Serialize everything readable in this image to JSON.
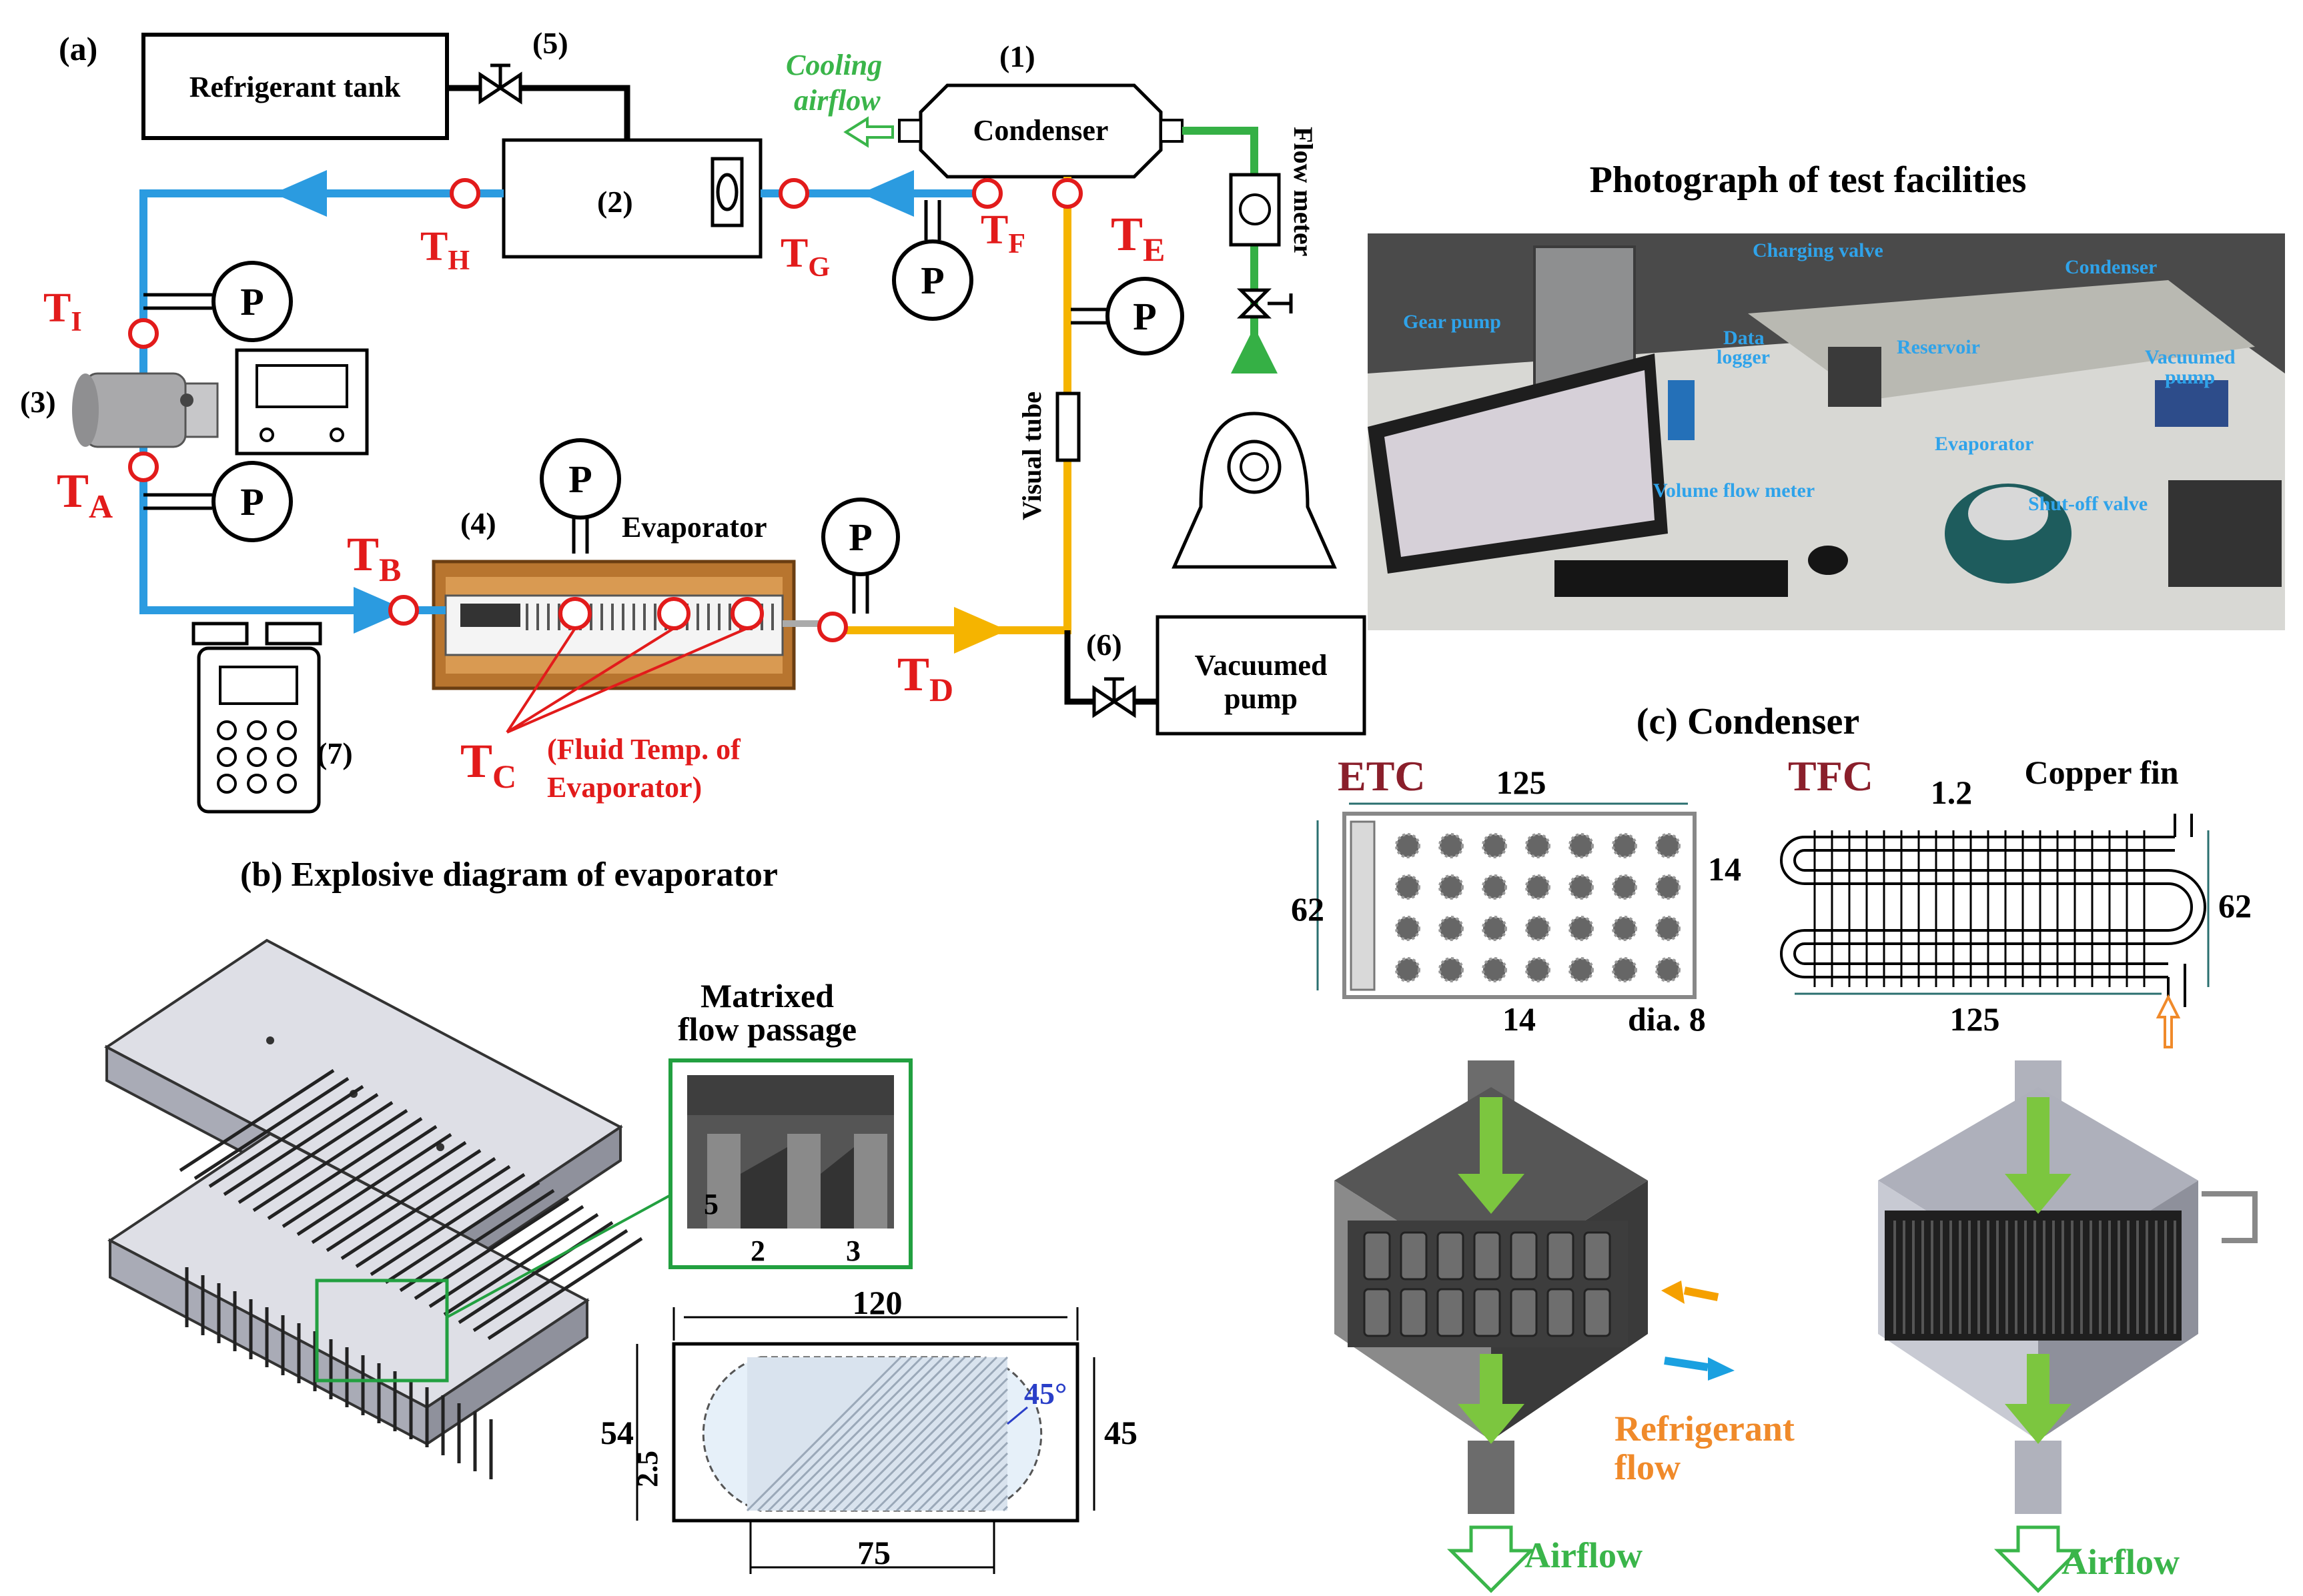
{
  "panel_a": {
    "label": "(a)",
    "refrigerant_tank": "Refrigerant tank",
    "n1": "(1)",
    "n2": "(2)",
    "n3": "(3)",
    "n4": "(4)",
    "n5": "(5)",
    "n6": "(6)",
    "n7": "(7)",
    "condenser": "Condenser",
    "cooling_airflow_1": "Cooling",
    "cooling_airflow_2": "airflow",
    "flow_meter": "Flow meter",
    "visual_tube": "Visual tube",
    "evaporator": "Evaporator",
    "vacuumed_pump_1": "Vacuumed",
    "vacuumed_pump_2": "pump",
    "pressure_symbol": "P",
    "T": "T",
    "sub_H": "H",
    "sub_G": "G",
    "sub_F": "F",
    "sub_E": "E",
    "sub_I": "I",
    "sub_A": "A",
    "sub_B": "B",
    "sub_C": "C",
    "sub_D": "D",
    "fluid_temp_1": "(Fluid Temp. of",
    "fluid_temp_2": "Evaporator)"
  },
  "photo": {
    "title": "Photograph of test facilities",
    "labels": {
      "charging_valve": "Charging valve",
      "condenser": "Condenser",
      "gear_pump": "Gear pump",
      "data_logger_1": "Data",
      "data_logger_2": "logger",
      "reservoir": "Reservoir",
      "vacuumed_pump_1": "Vacuumed",
      "vacuumed_pump_2": "pump",
      "evaporator": "Evaporator",
      "volume_flow_meter": "Volume flow meter",
      "shutoff_valve": "Shut-off valve"
    }
  },
  "panel_b": {
    "title": "(b) Explosive diagram of evaporator",
    "inset_title_1": "Matrixed",
    "inset_title_2": "flow passage",
    "dim_5": "5",
    "dim_2": "2",
    "dim_3": "3",
    "dim_120": "120",
    "dim_54": "54",
    "dim_2_5": "2.5",
    "dim_45": "45",
    "dim_75": "75",
    "angle": "45°"
  },
  "panel_c": {
    "title": "(c) Condenser",
    "etc": "ETC",
    "tfc": "TFC",
    "etc_125": "125",
    "etc_62": "62",
    "etc_14a": "14",
    "etc_14b": "14",
    "etc_dia": "dia. 8",
    "tfc_1_2": "1.2",
    "copper_fin": "Copper fin",
    "tfc_62": "62",
    "tfc_125": "125",
    "refrigerant_flow_1": "Refrigerant",
    "refrigerant_flow_2": "flow",
    "airflow_left": "Airflow",
    "airflow_right": "Airflow"
  },
  "colors": {
    "blue_line": "#2b9be0",
    "yellow_line": "#f5b400",
    "green_line": "#35b045",
    "red_marker": "#e21b1b",
    "evaporator_brown": "#b8752f"
  }
}
